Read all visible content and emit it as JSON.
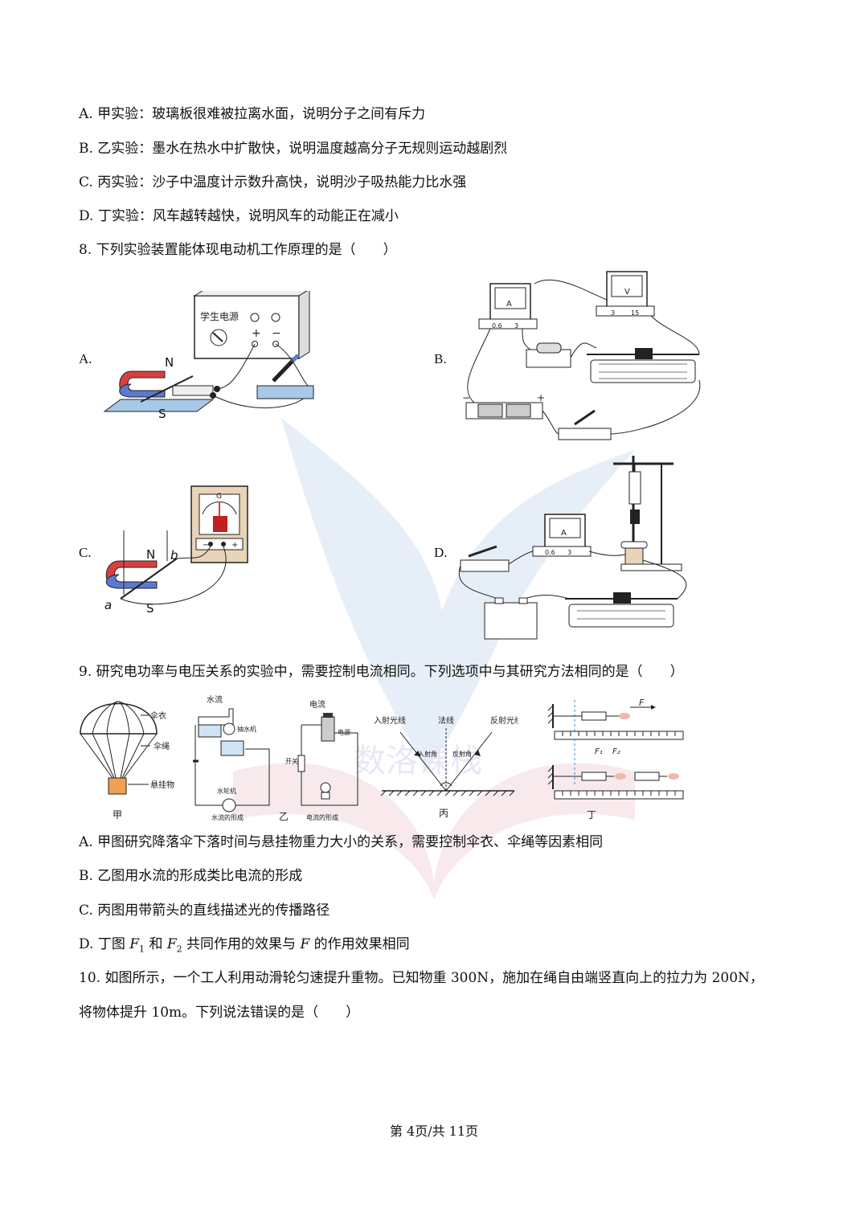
{
  "q7": {
    "optA": "A. 甲实验：玻璃板很难被拉离水面，说明分子之间有斥力",
    "optB": "B. 乙实验：墨水在热水中扩散快，说明温度越高分子无规则运动越剧烈",
    "optC": "C. 丙实验：沙子中温度计示数升高快，说明沙子吸热能力比水强",
    "optD": "D. 丁实验：风车越转越快，说明风车的动能正在减小"
  },
  "q8": {
    "stem": "8. 下列实验装置能体现电动机工作原理的是（　　）",
    "labelA": "A.",
    "labelB": "B.",
    "labelC": "C.",
    "labelD": "D.",
    "figA": {
      "power_title": "学生电源",
      "n": "N",
      "s": "S",
      "plus": "+",
      "minus": "−"
    },
    "figB": {
      "ammeter": "A",
      "voltmeter": "V",
      "scaleA": [
        "0.6",
        "3"
      ],
      "scaleV": [
        "3",
        "15"
      ],
      "minus": "−",
      "plus": "+"
    },
    "figC": {
      "n": "N",
      "s": "S",
      "a": "a",
      "b": "b",
      "g": "G",
      "minus": "−",
      "plus": "+"
    },
    "figD": {
      "ammeter": "A",
      "scale": [
        "0.6",
        "3"
      ]
    }
  },
  "q9": {
    "stem": "9. 研究电功率与电压关系的实验中，需要控制电流相同。下列选项中与其研究方法相同的是（　　）",
    "figJia": {
      "canopy": "伞衣",
      "rope": "伞绳",
      "load": "悬挂物",
      "caption": "甲"
    },
    "figYi": {
      "water_flow": "水流",
      "pump": "抽水机",
      "turbine": "水轮机",
      "water_caption": "水流的形成",
      "current": "电流",
      "source": "电源",
      "switch": "开关",
      "current_caption": "电流的形成",
      "caption": "乙"
    },
    "figBing": {
      "incident": "入射光线",
      "normal": "法线",
      "reflected": "反射光线",
      "incident_angle": "入射角",
      "reflect_angle": "反射角",
      "caption": "丙"
    },
    "figDing": {
      "f": "F",
      "f1": "F₁",
      "f2": "F₂",
      "caption": "丁"
    },
    "optA": "A. 甲图研究降落伞下落时间与悬挂物重力大小的关系，需要控制伞衣、伞绳等因素相同",
    "optB": "B. 乙图用水流的形成类比电流的形成",
    "optC": "C. 丙图用带箭头的直线描述光的传播路径",
    "optD_pre": "D. 丁图 ",
    "optD_f1": "F",
    "optD_s1": "1",
    "optD_mid": " 和 ",
    "optD_f2": "F",
    "optD_s2": "2",
    "optD_mid2": " 共同作用的效果与 ",
    "optD_f": "F",
    "optD_post": " 的作用效果相同"
  },
  "q10": {
    "line1": "10. 如图所示，一个工人利用动滑轮匀速提升重物。已知物重 300N，施加在绳自由端竖直向上的拉力为 200N，",
    "line2": "将物体提升 10m。下列说法错误的是（　　）"
  },
  "footer": "第 4页/共 11页"
}
